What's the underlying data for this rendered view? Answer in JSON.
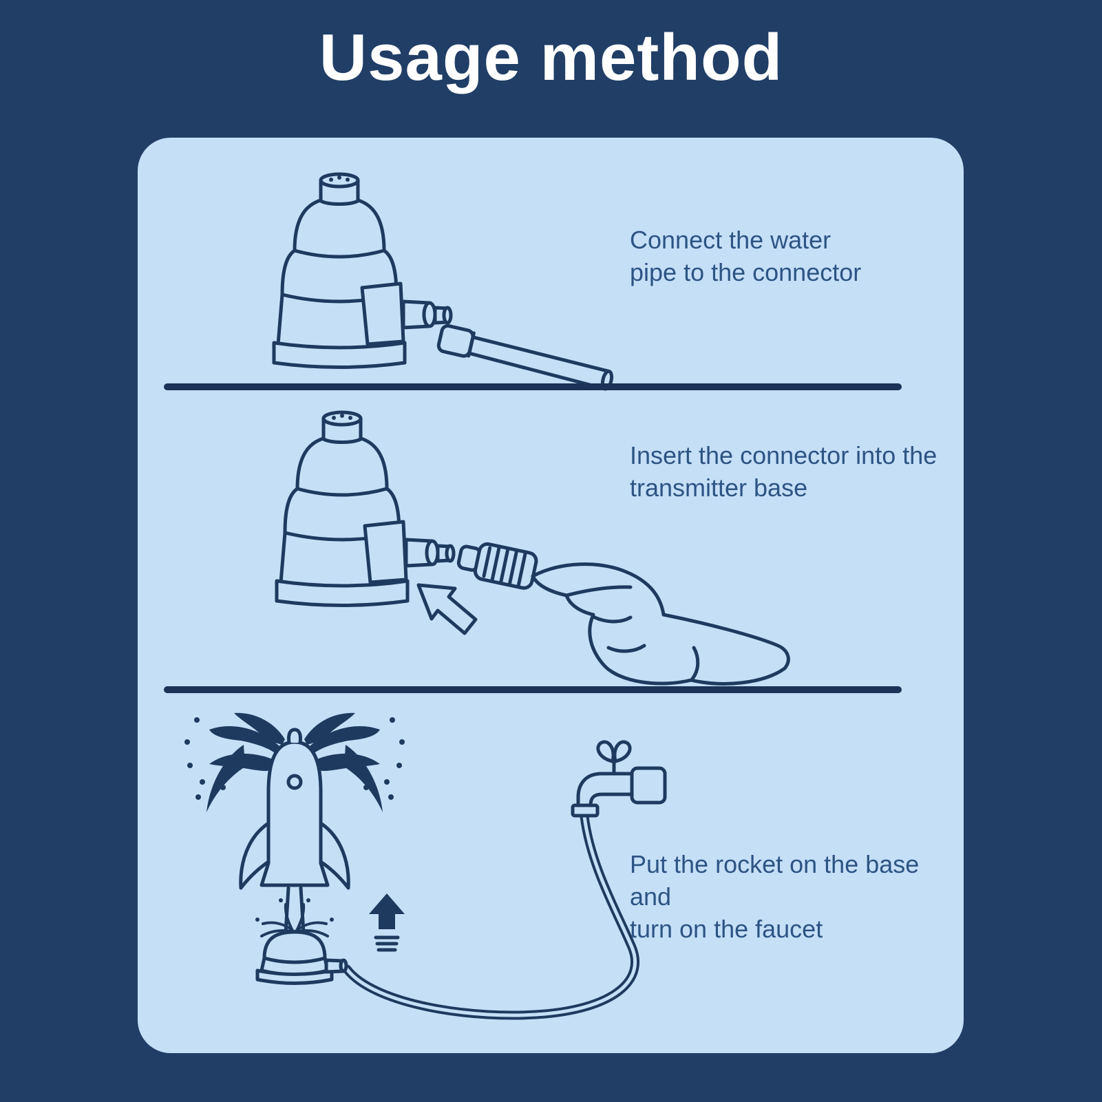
{
  "page": {
    "title": "Usage method"
  },
  "steps": [
    {
      "caption": "Connect the water\npipe to the connector",
      "illustrations": [
        "transmitter-base-illustration",
        "water-pipe-illustration"
      ]
    },
    {
      "caption": "Insert the connector into the\ntransmitter base",
      "illustrations": [
        "transmitter-base-illustration",
        "connector-hand-illustration",
        "insert-direction-arrow-icon"
      ]
    },
    {
      "caption": "Put the rocket on the base and\nturn on the faucet",
      "illustrations": [
        "rocket-water-spray-illustration",
        "launch-base-illustration",
        "launch-up-arrow-icon",
        "faucet-illustration",
        "water-hose-illustration"
      ]
    }
  ],
  "colors": {
    "background": "#203E66",
    "panel": "#C5DFF7",
    "title_text": "#FFFFFF",
    "caption_text": "#2C5484",
    "line_art": "#1E3A5F",
    "divider": "#1C3357"
  }
}
